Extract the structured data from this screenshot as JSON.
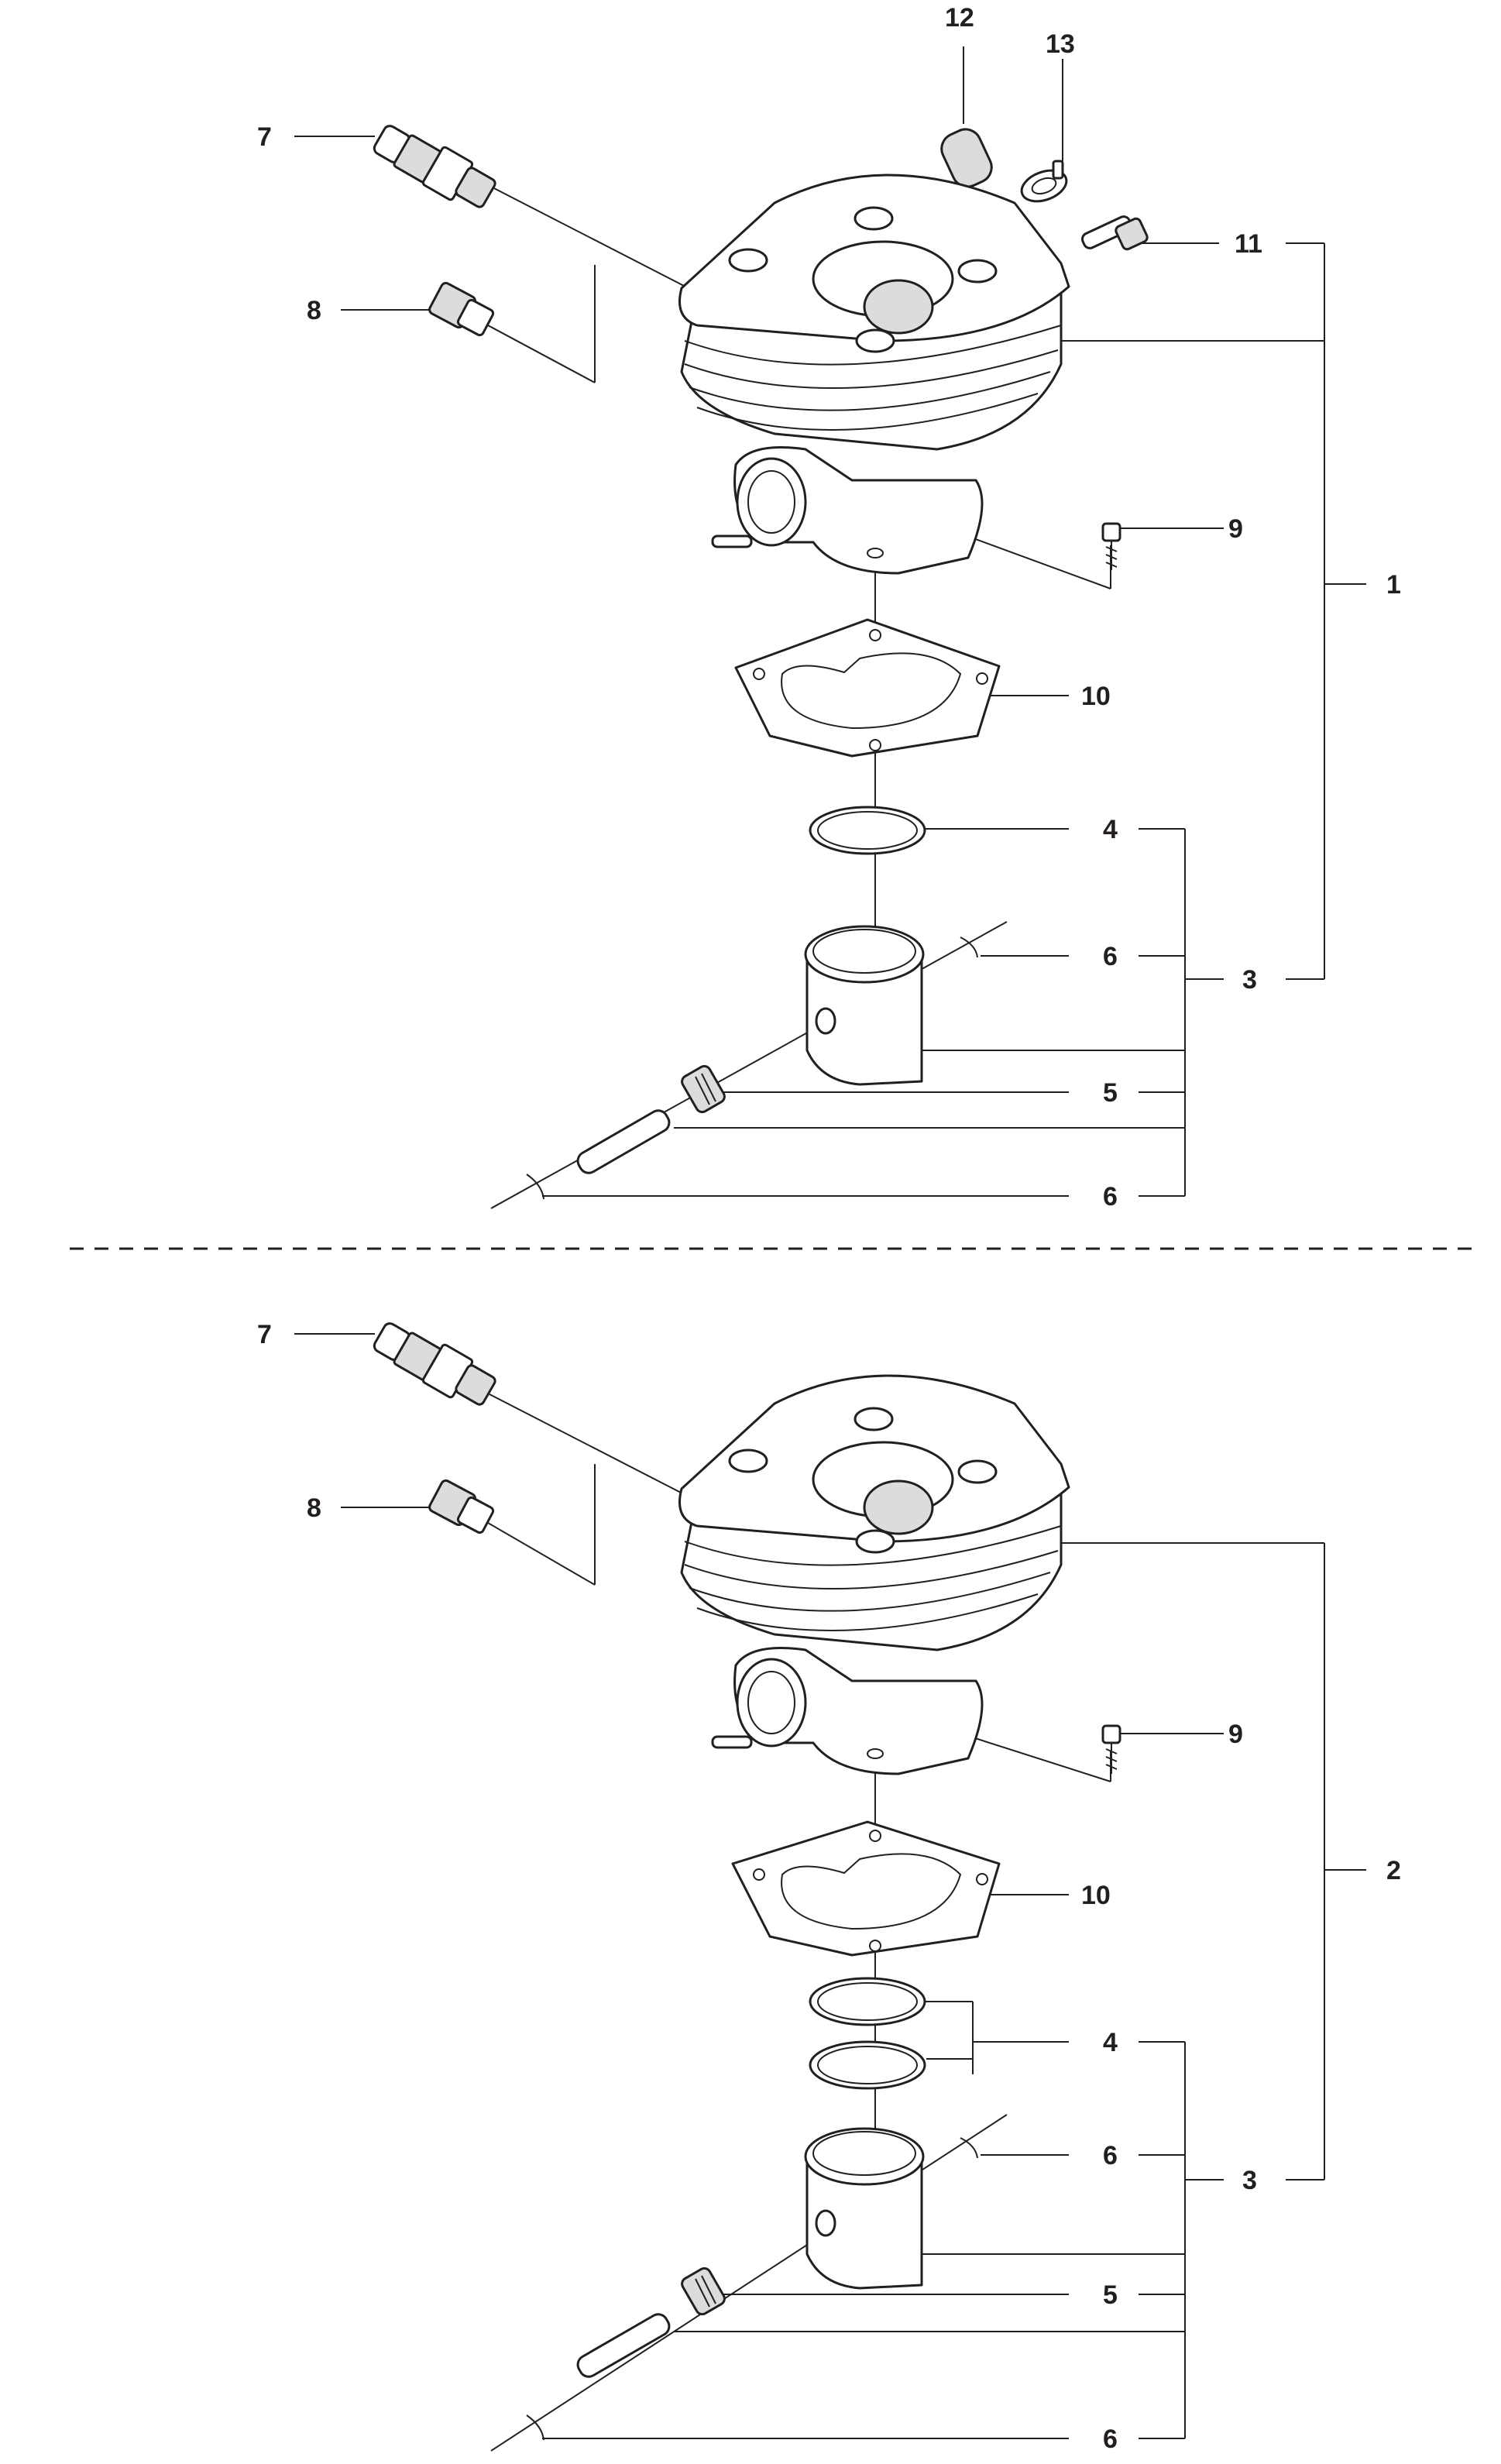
{
  "diagram": {
    "sections": [
      {
        "id": "top",
        "callouts": {
          "c12": "12",
          "c13": "13",
          "c7": "7",
          "c11": "11",
          "c8": "8",
          "c9": "9",
          "c1": "1",
          "c10": "10",
          "c4": "4",
          "c6a": "6",
          "c3": "3",
          "c5": "5",
          "c6b": "6"
        }
      },
      {
        "id": "bottom",
        "callouts": {
          "c7": "7",
          "c8": "8",
          "c9": "9",
          "c2": "2",
          "c10": "10",
          "c4": "4",
          "c6a": "6",
          "c3": "3",
          "c5": "5",
          "c6b": "6"
        }
      }
    ],
    "parts": [
      "cylinder",
      "decompression-valve",
      "plug",
      "screw",
      "gasket",
      "piston-ring",
      "piston",
      "needle-bearing",
      "piston-pin",
      "circlip",
      "nipple",
      "hose",
      "clamp"
    ]
  }
}
